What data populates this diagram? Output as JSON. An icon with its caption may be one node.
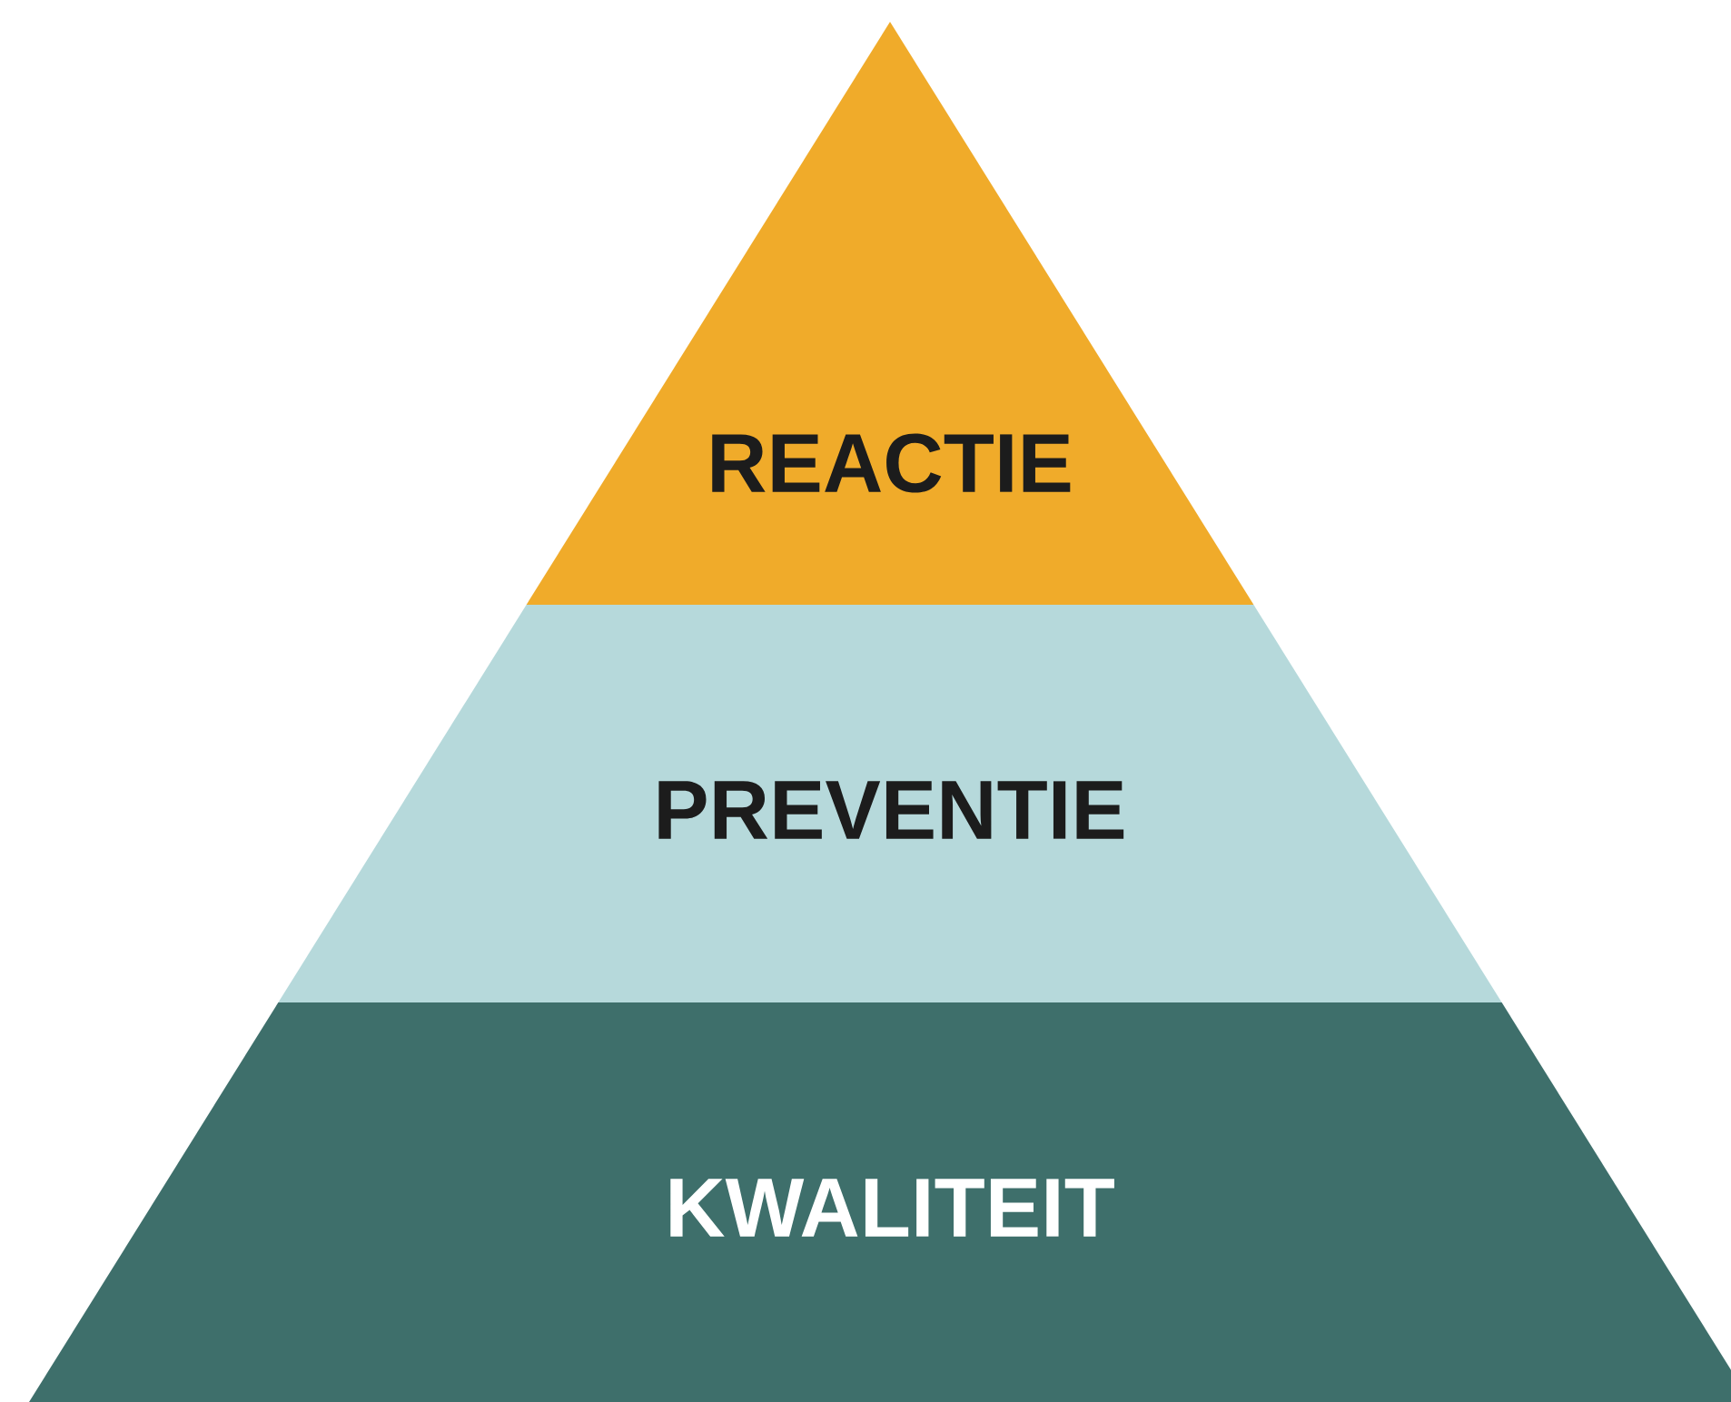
{
  "diagram": {
    "nodes": [
      {
        "text": [
          "REACTIE"
        ]
      },
      {
        "text": [
          "PREVENTIE"
        ]
      },
      {
        "text": [
          "KWALITEIT"
        ]
      }
    ]
  }
}
